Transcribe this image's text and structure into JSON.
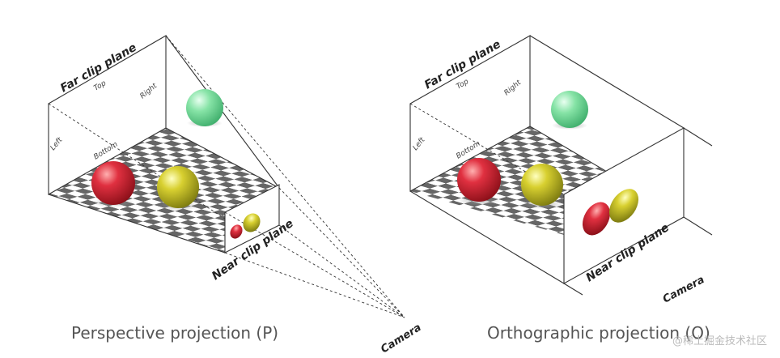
{
  "perspective": {
    "caption": "Perspective projection (P)",
    "far_clip": "Far clip plane",
    "near_clip": "Near clip plane",
    "top": "Top",
    "right": "Right",
    "left": "Left",
    "bottom": "Bottom",
    "camera": "Camera"
  },
  "orthographic": {
    "caption": "Orthographic projection (O)",
    "far_clip": "Far clip plane",
    "near_clip": "Near clip plane",
    "top": "Top",
    "right": "Right",
    "left": "Left",
    "bottom": "Bottom",
    "camera": "Camera"
  },
  "watermark": "@稀土掘金技术社区",
  "colors": {
    "red_sphere": "#cc1f2a",
    "yellow_sphere": "#c9c21c",
    "green_sphere": "#7fe0a0",
    "checker_dark": "#666666",
    "checker_light": "#ffffff"
  }
}
